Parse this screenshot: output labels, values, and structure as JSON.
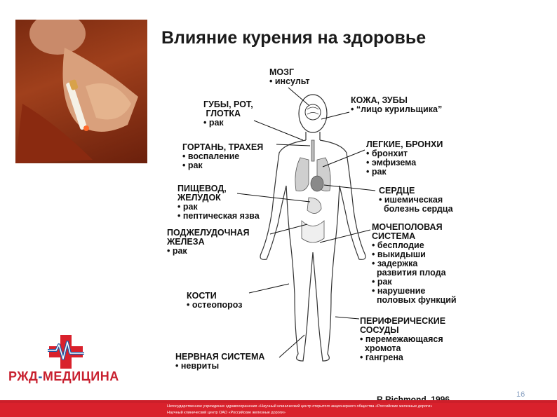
{
  "title": "Влияние курения на здоровье",
  "labels": {
    "brain": {
      "heading": [
        "МОЗГ"
      ],
      "items": [
        "• инсульт"
      ]
    },
    "lips": {
      "heading": [
        "ГУБЫ, РОТ,",
        " ГЛОТКА"
      ],
      "items": [
        "• рак"
      ]
    },
    "skin": {
      "heading": [
        "КОЖА, ЗУБЫ"
      ],
      "items": [
        "• “лицо курильщика”"
      ]
    },
    "larynx": {
      "heading": [
        "ГОРТАНЬ, ТРАХЕЯ"
      ],
      "items": [
        "• воспаление",
        "• рак"
      ]
    },
    "lungs": {
      "heading": [
        "ЛЕГКИЕ, БРОНХИ"
      ],
      "items": [
        "• бронхит",
        "• эмфизема",
        "• рак"
      ]
    },
    "esophagus": {
      "heading": [
        "ПИЩЕВОД,",
        "ЖЕЛУДОК"
      ],
      "items": [
        "• рак",
        "• пептическая язва"
      ]
    },
    "heart": {
      "heading": [
        "СЕРДЦЕ"
      ],
      "items": [
        "• ишемическая",
        "  болезнь сердца"
      ]
    },
    "pancreas": {
      "heading": [
        "ПОДЖЕЛУДОЧНАЯ",
        "ЖЕЛЕЗА"
      ],
      "items": [
        "• рак"
      ]
    },
    "urogenital": {
      "heading": [
        "МОЧЕПОЛОВАЯ",
        "СИСТЕМА"
      ],
      "items": [
        "• бесплодие",
        "• выкидыши",
        "• задержка",
        "  развития плода",
        "• рак",
        "• нарушение",
        "  половых функций"
      ]
    },
    "bones": {
      "heading": [
        "КОСТИ"
      ],
      "items": [
        "• остеопороз"
      ]
    },
    "peripheral": {
      "heading": [
        "ПЕРИФЕРИЧЕСКИЕ",
        "СОСУДЫ"
      ],
      "items": [
        "• перемежающаяся",
        "  хромота",
        "• гангрена"
      ]
    },
    "nervous": {
      "heading": [
        "НЕРВНАЯ СИСТЕМА"
      ],
      "items": [
        "• невриты"
      ]
    }
  },
  "logo": {
    "part1": "РЖД",
    "dash": "-",
    "part2": "МЕДИЦИНА"
  },
  "citation": "R.Richmond, 1996",
  "page_number": "16",
  "footer": {
    "line1": "Негосударственное учреждение здравоохранения «Научный клинический центр открытого акционерного общества «Российские железные дороги»",
    "line2": "Научный клинический центр ОАО «Российские железные дороги»"
  },
  "colors": {
    "brand_red": "#d9212c",
    "brand_blue": "#1f5aa6"
  }
}
